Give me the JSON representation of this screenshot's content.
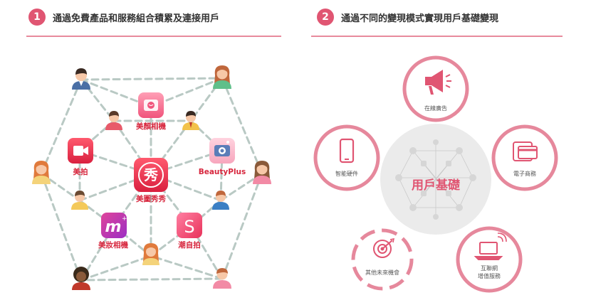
{
  "section1": {
    "number": "1",
    "title": "通過免費產品和服務組合積累及連接用戶"
  },
  "section2": {
    "number": "2",
    "title": "通過不同的變現模式實現用戶基礎變現"
  },
  "apps": [
    {
      "label": "美顏相機"
    },
    {
      "label": "美拍"
    },
    {
      "label": "美圖秀秀"
    },
    {
      "label": "BeautyPlus"
    },
    {
      "label": "美妝相機"
    },
    {
      "label": "潮自拍"
    }
  ],
  "center_label": "用戶基礎",
  "monetization": [
    {
      "label": "在線廣告"
    },
    {
      "label": "智能硬件"
    },
    {
      "label": "電子商務"
    },
    {
      "label": "其他未來機會"
    },
    {
      "label_line1": "互聯網",
      "label_line2": "增值服務"
    }
  ],
  "colors": {
    "accent": "#e05572",
    "ring": "#e6889c",
    "dashed_line": "#b9c9c4",
    "app_label": "#d7263d"
  }
}
